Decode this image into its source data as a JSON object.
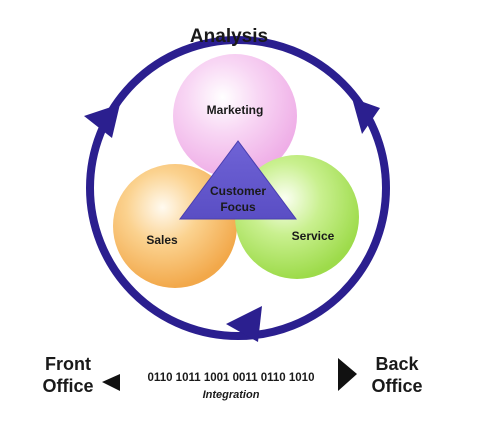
{
  "diagram": {
    "title": "Analysis",
    "circles": {
      "marketing": "Marketing",
      "sales": "Sales",
      "service": "Service"
    },
    "center": {
      "line1": "Customer",
      "line2": "Focus"
    },
    "bottom": {
      "front_line1": "Front",
      "front_line2": "Office",
      "back_line1": "Back",
      "back_line2": "Office",
      "binary": "0110 1011 1001 0011 0110 1010",
      "integration": "Integration"
    },
    "colors": {
      "cycle": "#2b1f8f",
      "triangle": "#6b5fd0",
      "marketing": "#f2b7ea",
      "sales": "#f4b25a",
      "service": "#a8e35a"
    }
  }
}
